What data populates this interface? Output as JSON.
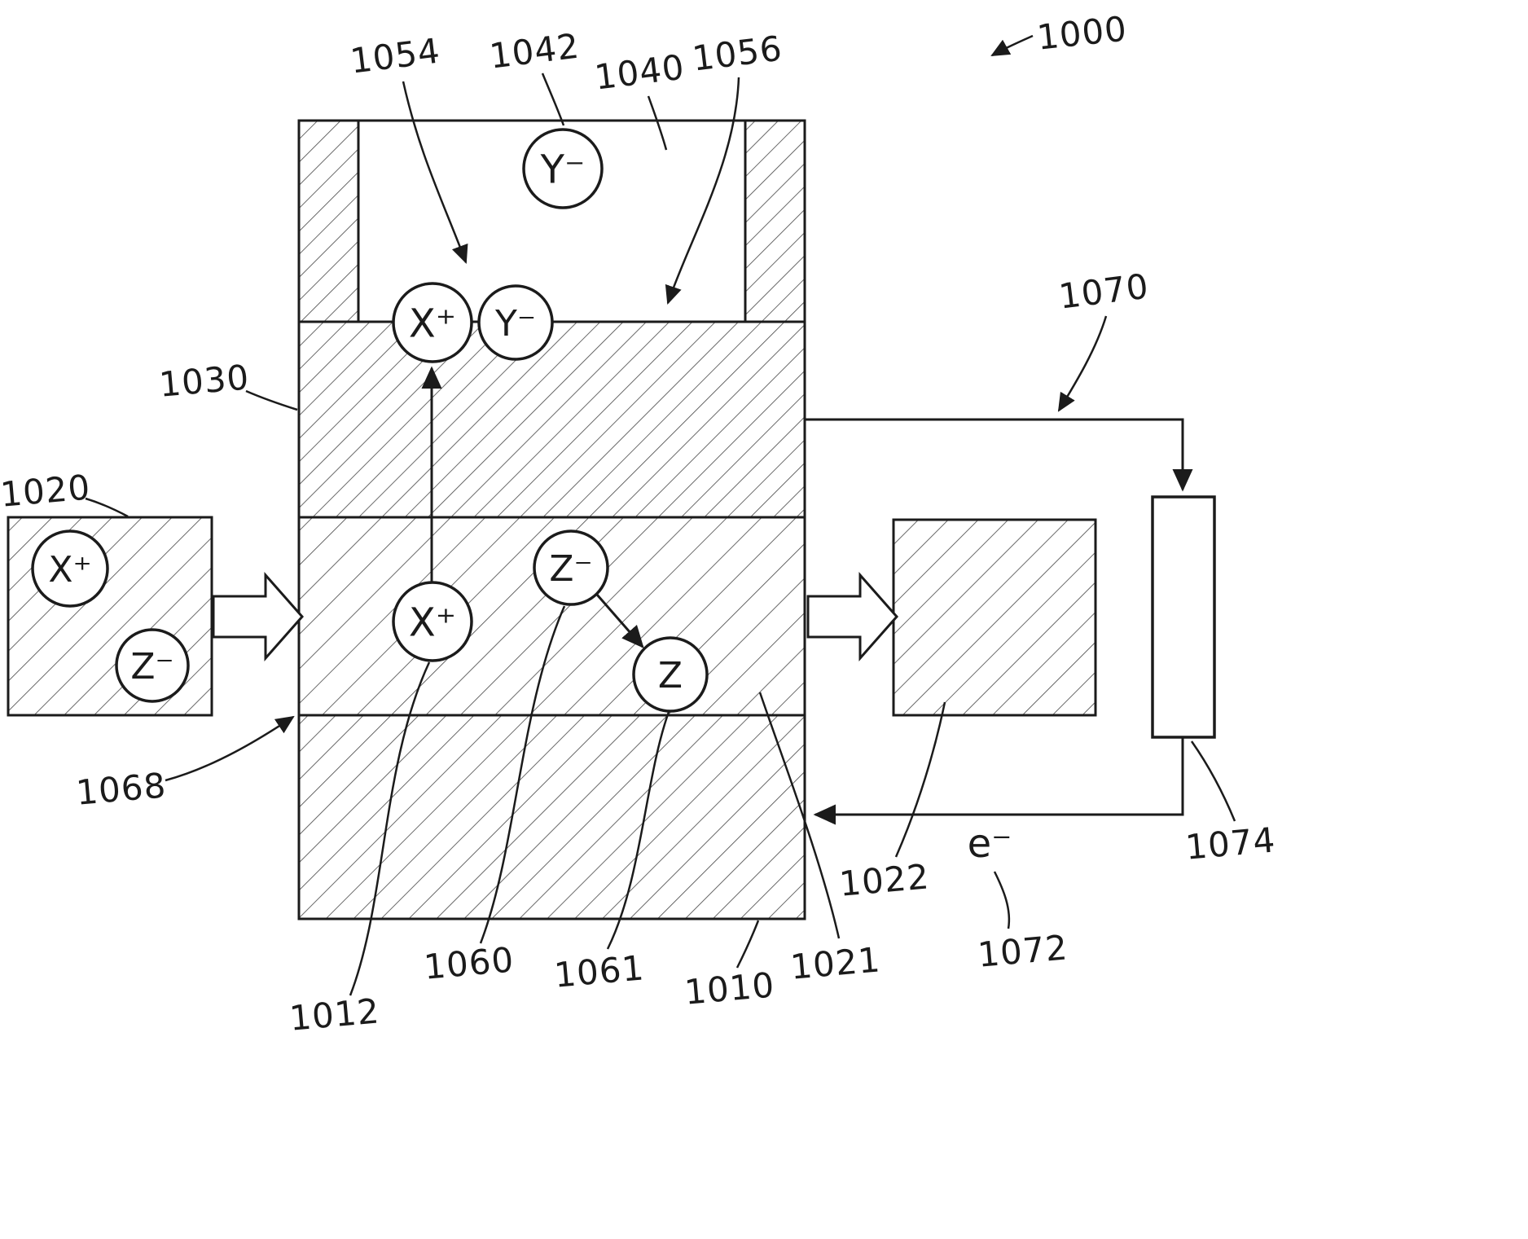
{
  "figure": {
    "figure_ref": "1000",
    "ink_color": "#1b1b1b",
    "hatch_color": "#4f4f4f",
    "reference_labels": {
      "r1054": "1054",
      "r1042": "1042",
      "r1040": "1040",
      "r1056": "1056",
      "r1070": "1070",
      "r1030": "1030",
      "r1020": "1020",
      "r1068": "1068",
      "r1012": "1012",
      "r1060": "1060",
      "r1061": "1061",
      "r1010": "1010",
      "r1021": "1021",
      "r1022": "1022",
      "r1072": "1072",
      "r1074": "1074"
    },
    "particles": {
      "y_minus_gas": "Y⁻",
      "x_plus_surface": "X⁺",
      "y_minus_surface": "Y⁻",
      "x_plus_bulk": "X⁺",
      "z_minus_bulk": "Z⁻",
      "z_neutral": "Z",
      "x_plus_source": "X⁺",
      "z_minus_source": "Z⁻",
      "electron": "e⁻"
    }
  }
}
